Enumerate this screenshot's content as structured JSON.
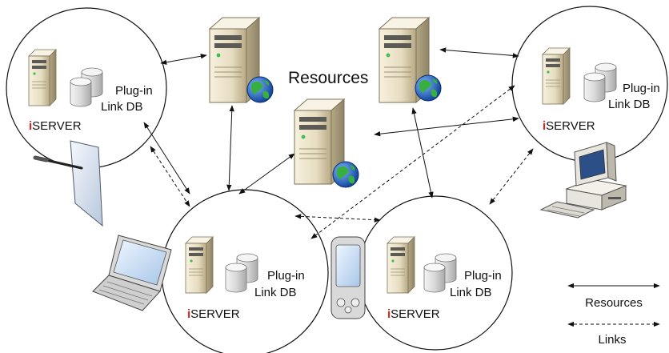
{
  "center_label": "Resources",
  "nodes": [
    {
      "id": "node-top-left",
      "plugin_label": "Plug-in",
      "db_label": "Link DB",
      "brand_i": "i",
      "brand_rest": "SERVER",
      "device": "tablet"
    },
    {
      "id": "node-top-right",
      "plugin_label": "Plug-in",
      "db_label": "Link DB",
      "brand_i": "i",
      "brand_rest": "SERVER",
      "device": "desktop"
    },
    {
      "id": "node-bottom-left",
      "plugin_label": "Plug-in",
      "db_label": "Link DB",
      "brand_i": "i",
      "brand_rest": "SERVER",
      "device": "laptop"
    },
    {
      "id": "node-bottom-center",
      "plugin_label": "Plug-in",
      "db_label": "Link DB",
      "brand_i": "i",
      "brand_rest": "SERVER",
      "device": "pda"
    }
  ],
  "resource_servers": 3,
  "legend": {
    "resources_label": "Resources",
    "links_label": "Links"
  },
  "colors": {
    "brand_i": "#e0201b",
    "server_body": "#e8dcc0",
    "globe": "#1d63c8",
    "land": "#2fa33a",
    "line": "#111111"
  }
}
